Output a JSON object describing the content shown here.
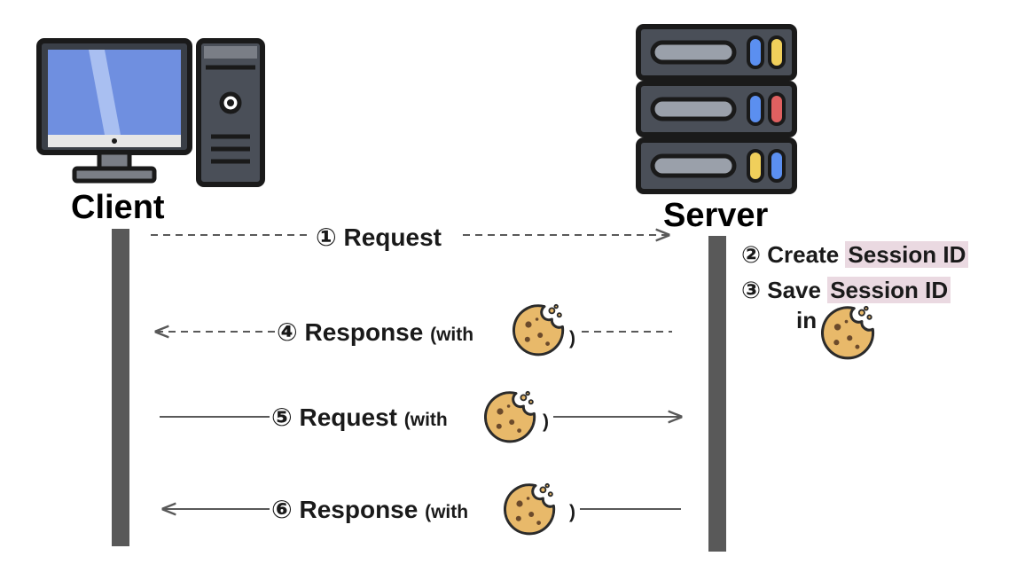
{
  "client": {
    "label": "Client"
  },
  "server": {
    "label": "Server"
  },
  "messages": [
    {
      "step": "①",
      "text": "Request"
    },
    {
      "step": "④",
      "text": "Response",
      "suffix_open": "(with",
      "suffix_close": ")"
    },
    {
      "step": "⑤",
      "text": "Request",
      "suffix_open": "(with",
      "suffix_close": ")"
    },
    {
      "step": "⑥",
      "text": "Response",
      "suffix_open": "(with",
      "suffix_close": ")"
    }
  ],
  "server_notes": [
    {
      "step": "②",
      "text": "Create",
      "highlight": "Session ID"
    },
    {
      "step": "③",
      "text": "Save",
      "highlight": "Session ID"
    },
    {
      "text": "in"
    }
  ],
  "colors": {
    "line": "#595959",
    "highlight": "#ead9e1",
    "screen": "#6f8fe0",
    "cookie": "#e8b96a"
  }
}
